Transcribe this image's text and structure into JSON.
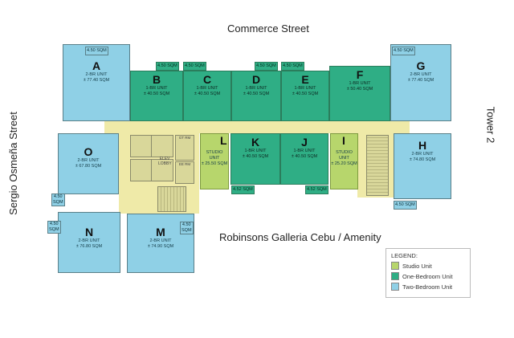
{
  "streets": {
    "top": "Commerce Street",
    "left": "Sergio Osmeña Street",
    "right": "Tower 2",
    "bottom": "Robinsons Galleria Cebu / Amenity"
  },
  "units": {
    "A": {
      "letter": "A",
      "type": "2-BR UNIT",
      "area": "± 77.40 SQM"
    },
    "B": {
      "letter": "B",
      "type": "1-BR UNIT",
      "area": "± 40.50 SQM"
    },
    "C": {
      "letter": "C",
      "type": "1-BR UNIT",
      "area": "± 40.50 SQM"
    },
    "D": {
      "letter": "D",
      "type": "1-BR UNIT",
      "area": "± 40.50 SQM"
    },
    "E": {
      "letter": "E",
      "type": "1-BR UNIT",
      "area": "± 40.50 SQM"
    },
    "F": {
      "letter": "F",
      "type": "1-BR UNIT",
      "area": "± 50.40 SQM"
    },
    "G": {
      "letter": "G",
      "type": "2-BR UNIT",
      "area": "± 77.40 SQM"
    },
    "H": {
      "letter": "H",
      "type": "2-BR UNIT",
      "area": "± 74.80 SQM"
    },
    "I": {
      "letter": "I",
      "type": "STUDIO UNIT",
      "area": "± 25.20 SQM"
    },
    "J": {
      "letter": "J",
      "type": "1-BR UNIT",
      "area": "± 40.50 SQM"
    },
    "K": {
      "letter": "K",
      "type": "1-BR UNIT",
      "area": "± 40.50 SQM"
    },
    "L": {
      "letter": "L",
      "type": "STUDIO UNIT",
      "area": "± 25.50 SQM"
    },
    "M": {
      "letter": "M",
      "type": "2-BR UNIT",
      "area": "± 74.90 SQM"
    },
    "N": {
      "letter": "N",
      "type": "2-BR UNIT",
      "area": "± 76.80 SQM"
    },
    "O": {
      "letter": "O",
      "type": "2-BR UNIT",
      "area": "± 67.80 SQM"
    }
  },
  "balcony": {
    "sqm": "4.50 SQM",
    "num": "4.50",
    "sqm_word": "SQM",
    "small": "4.52 SQM"
  },
  "core": {
    "elev_lobby": "ELEV LOBBY",
    "room1": "GT RM",
    "room2": "EE RM"
  },
  "legend": {
    "title": "LEGEND:",
    "items": [
      {
        "label": "Studio Unit",
        "color": "#b7d66c"
      },
      {
        "label": "One-Bedroom Unit",
        "color": "#2fae85"
      },
      {
        "label": "Two-Bedroom Unit",
        "color": "#8fd0e6"
      }
    ]
  }
}
